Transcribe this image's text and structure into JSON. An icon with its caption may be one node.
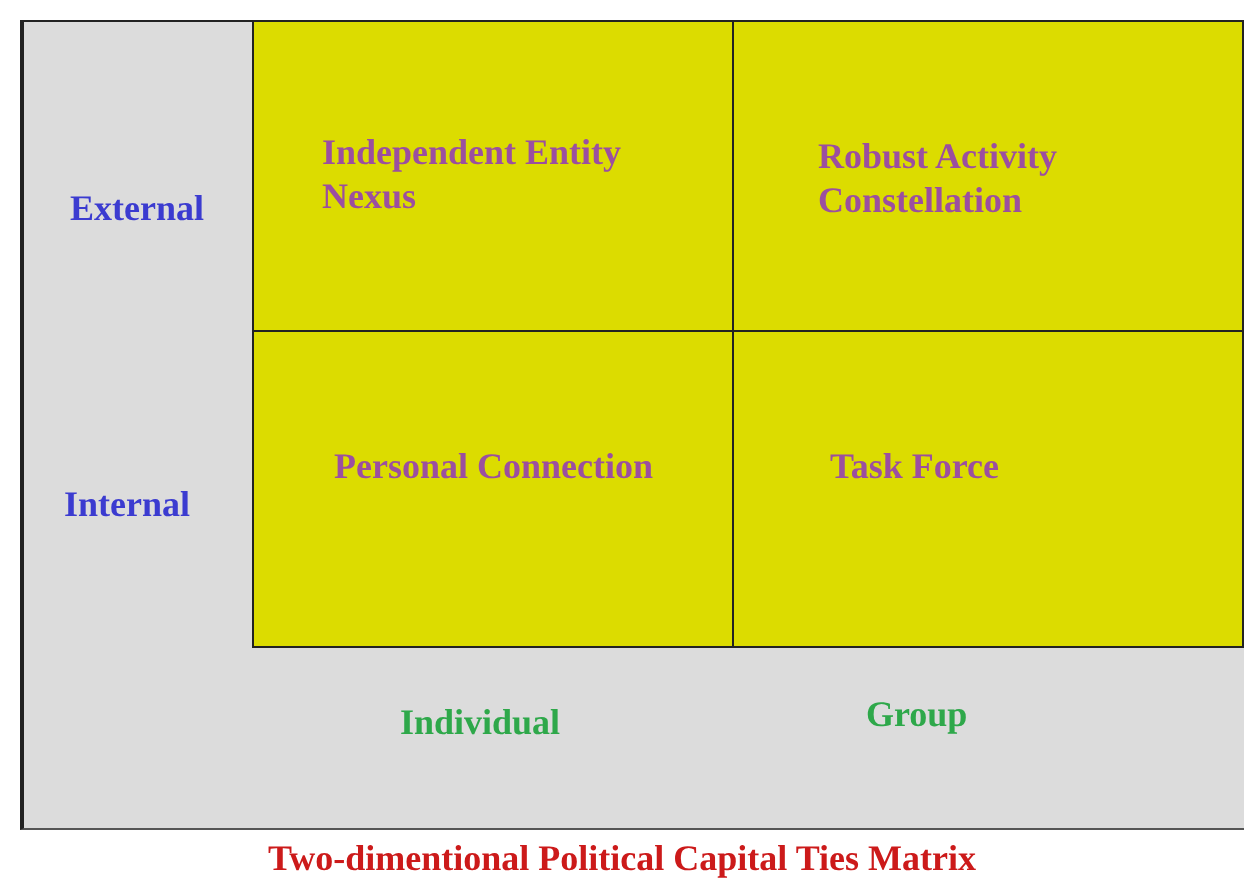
{
  "diagram": {
    "caption": "Two-dimentional Political Capital Ties Matrix",
    "nodes": [
      {
        "text": [
          "Independent Entity Nexus"
        ]
      },
      {
        "text": [
          "Robust Activity Constellation"
        ]
      },
      {
        "text": [
          "Personal Connection"
        ]
      },
      {
        "text": [
          "Task Force"
        ]
      }
    ],
    "labels": [
      "External",
      "Internal",
      "Individual",
      "Group"
    ]
  }
}
